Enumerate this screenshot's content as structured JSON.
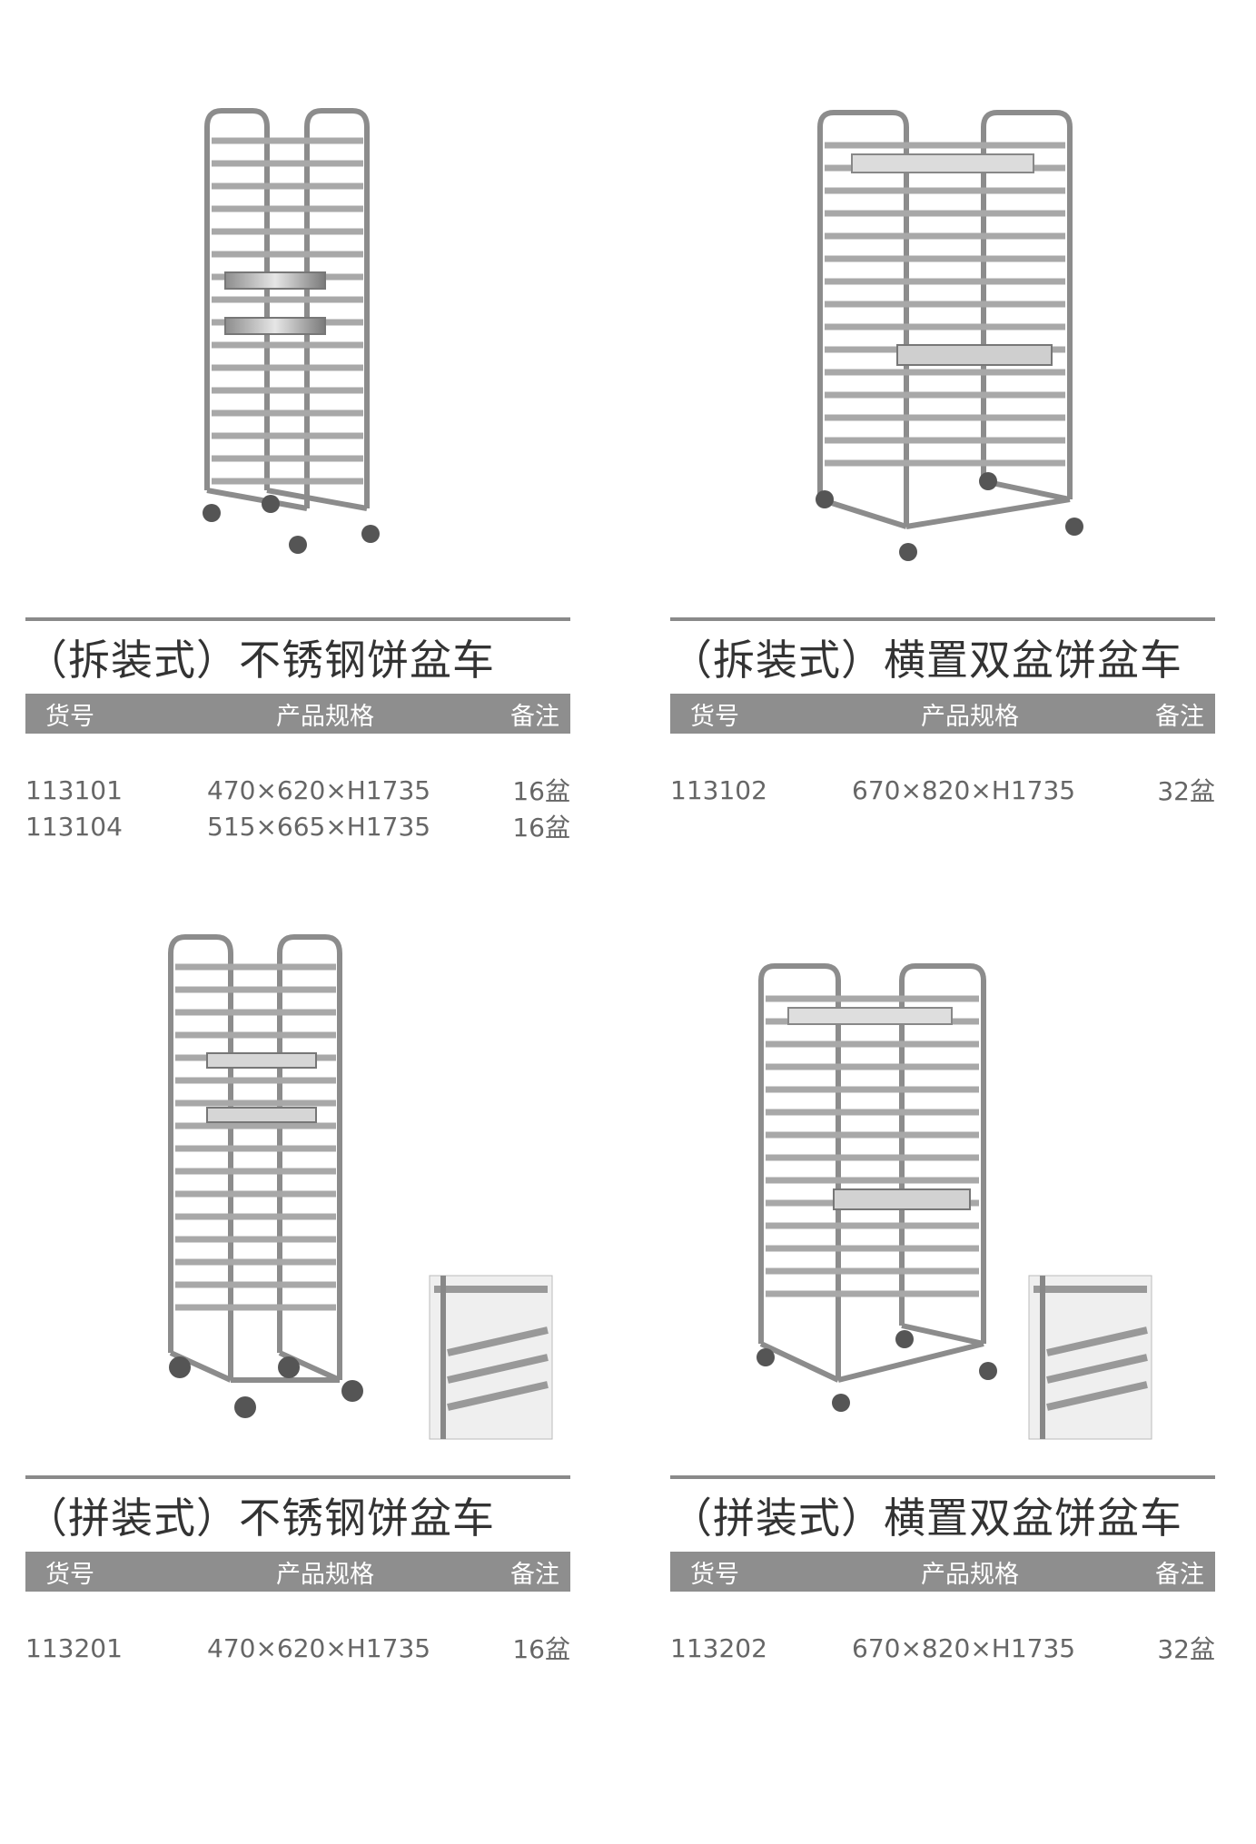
{
  "products": [
    {
      "title": "（拆装式）不锈钢饼盆车",
      "headers": {
        "code": "货号",
        "spec": "产品规格",
        "note": "备注"
      },
      "rows": [
        {
          "code": "113101",
          "spec": "470×620×H1735",
          "note": "16盆"
        },
        {
          "code": "113104",
          "spec": "515×665×H1735",
          "note": "16盆"
        }
      ]
    },
    {
      "title": "（拆装式）横置双盆饼盆车",
      "headers": {
        "code": "货号",
        "spec": "产品规格",
        "note": "备注"
      },
      "rows": [
        {
          "code": "113102",
          "spec": "670×820×H1735",
          "note": "32盆"
        }
      ]
    },
    {
      "title": "（拼装式）不锈钢饼盆车",
      "headers": {
        "code": "货号",
        "spec": "产品规格",
        "note": "备注"
      },
      "rows": [
        {
          "code": "113201",
          "spec": "470×620×H1735",
          "note": "16盆"
        }
      ]
    },
    {
      "title": "（拼装式）横置双盆饼盆车",
      "headers": {
        "code": "货号",
        "spec": "产品规格",
        "note": "备注"
      },
      "rows": [
        {
          "code": "113202",
          "spec": "670×820×H1735",
          "note": "32盆"
        }
      ]
    }
  ],
  "colors": {
    "rule": "#8a8a8a",
    "header_bg": "#8e8e8e",
    "steel": "#b8b8b8",
    "steel_dark": "#6a6a6a"
  }
}
